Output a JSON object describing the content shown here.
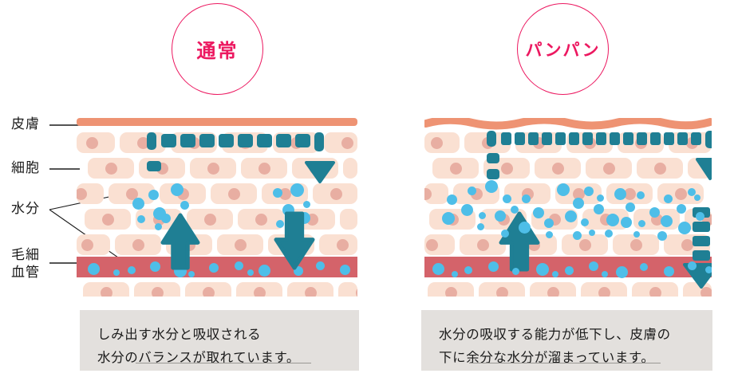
{
  "figure": {
    "title_left": "通常",
    "title_right": "パンパン"
  },
  "labels": {
    "skin": "皮膚",
    "cell": "細胞",
    "water": "水分",
    "capillary_line1": "毛細",
    "capillary_line2": "血管"
  },
  "captions": {
    "left": {
      "line1": "しみ出す水分と吸収される",
      "line2": "水分のバランスが取れています。"
    },
    "right": {
      "line1": "水分の吸収する能力が低下し、皮膚の",
      "line2": "下に余分な水分が溜まっています。"
    }
  },
  "colors": {
    "accent_pink": "#EC1860",
    "skin": "#EE9373",
    "cell": "#FAE0D2",
    "nucleus": "#E8AEA2",
    "capillary": "#D4636A",
    "water": "#4EBEE8",
    "arrow": "#1F7F94",
    "squiggle": "#F0A040",
    "caption_bg": "#E3E0DD"
  },
  "icons": {
    "up_arrow": "arrow-up-icon",
    "down_arrow": "arrow-down-icon",
    "dashed_path": "dashed-flow-icon",
    "squiggle": "swelling-squiggle-icon"
  }
}
